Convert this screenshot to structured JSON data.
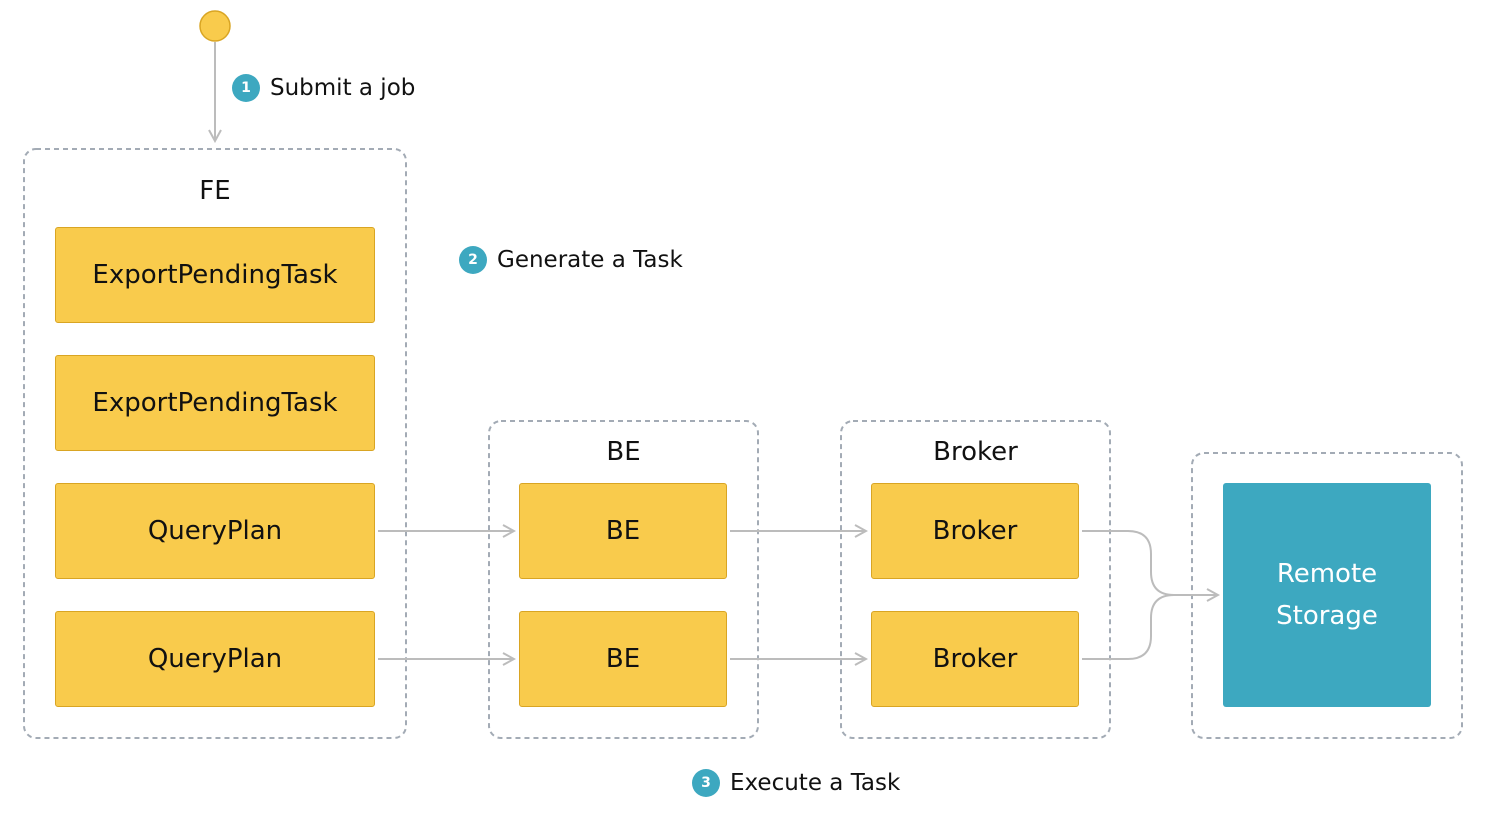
{
  "colors": {
    "node_fill": "#f9cb4c",
    "node_border": "#d9a523",
    "storage_fill": "#3da8c0",
    "badge_fill": "#3da8c0",
    "edge": "#bcbcbc",
    "group_border": "#a3abb5"
  },
  "steps": [
    {
      "number": "1",
      "label": "Submit a job"
    },
    {
      "number": "2",
      "label": "Generate a Task"
    },
    {
      "number": "3",
      "label": "Execute a Task"
    }
  ],
  "groups": {
    "fe": {
      "title": "FE"
    },
    "be": {
      "title": "BE"
    },
    "broker": {
      "title": "Broker"
    }
  },
  "nodes": {
    "fe": [
      "ExportPendingTask",
      "ExportPendingTask",
      "QueryPlan",
      "QueryPlan"
    ],
    "be": [
      "BE",
      "BE"
    ],
    "broker": [
      "Broker",
      "Broker"
    ],
    "storage": {
      "line1": "Remote",
      "line2": "Storage"
    }
  }
}
